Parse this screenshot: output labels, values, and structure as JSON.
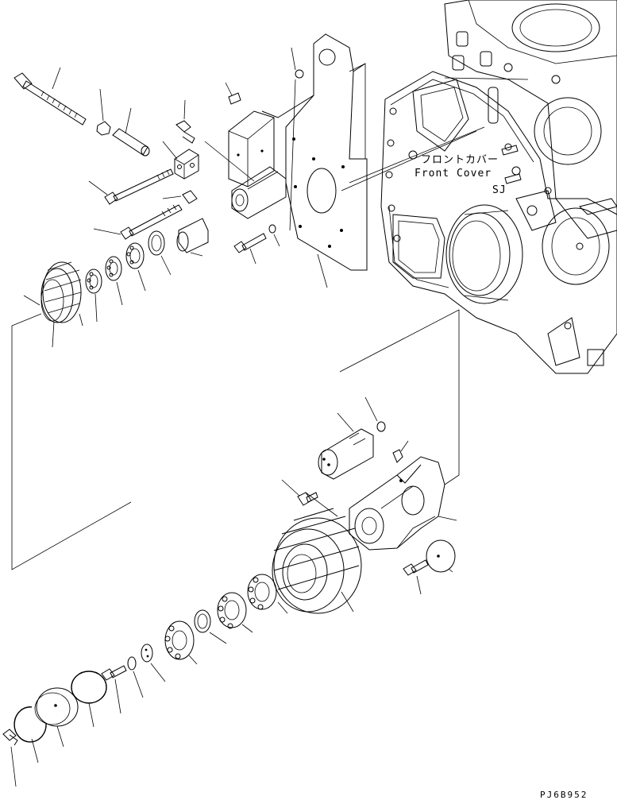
{
  "diagram": {
    "labels": {
      "front_cover_jp": "フロントカバー",
      "front_cover_en": "Front Cover",
      "drawing_code": "PJ6B952"
    }
  }
}
